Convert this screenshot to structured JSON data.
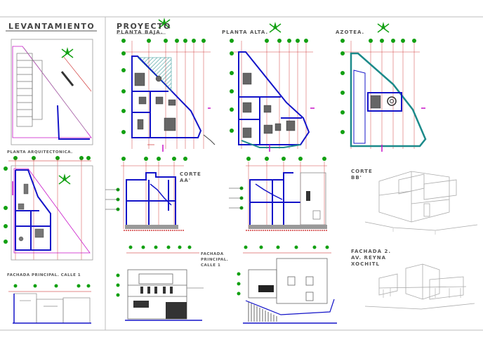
{
  "sheet": {
    "left_panel_title": "LEVANTAMIENTO",
    "project_title": "PROYECTO",
    "labels": {
      "planta_baja": "PLANTA BAJA.",
      "planta_alta": "PLANTA ALTA.",
      "azotea": "AZOTEA.",
      "planta_arquitectonica": "PLANTA ARQUITECTONICA.",
      "fachada_principal_calle1": "FACHADA PRINCIPAL. CALLE 1",
      "corte_aa": "CORTE\nAA'",
      "corte_bb": "CORTE\nBB'",
      "fachada_principal": "FACHADA\nPRINCIPAL.\nCALLE 1",
      "fachada_2": "FACHADA 2.\nAV. REYNA\nXOCHITL"
    }
  },
  "colors": {
    "wall_blue": "#1414c8",
    "axis_green": "#12a012",
    "dim_red": "#c81414",
    "accent_magenta": "#c814c8",
    "line_gray": "#9a9a9a",
    "hatch_teal": "#1c8a8a"
  },
  "icons": [
    "north-arrow-icon",
    "axis-marker-icon",
    "section-marker-icon"
  ]
}
